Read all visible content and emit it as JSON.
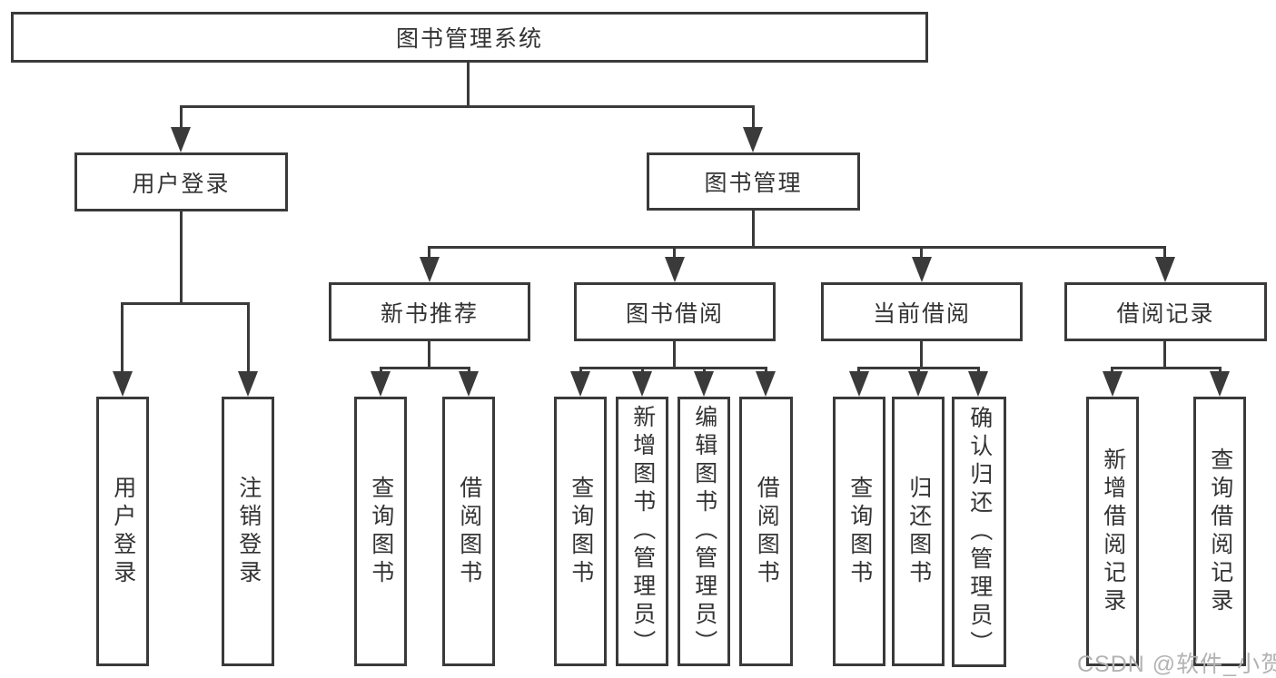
{
  "diagram": {
    "type": "tree",
    "root": {
      "label": "图书管理系统",
      "children": [
        {
          "label": "用户登录",
          "children": [
            {
              "label": "用户登录"
            },
            {
              "label": "注销登录"
            }
          ]
        },
        {
          "label": "图书管理",
          "children": [
            {
              "label": "新书推荐",
              "children": [
                {
                  "label": "查询图书"
                },
                {
                  "label": "借阅图书"
                }
              ]
            },
            {
              "label": "图书借阅",
              "children": [
                {
                  "label": "查询图书"
                },
                {
                  "label": "新增图书（管理员）"
                },
                {
                  "label": "编辑图书（管理员）"
                },
                {
                  "label": "借阅图书"
                }
              ]
            },
            {
              "label": "当前借阅",
              "children": [
                {
                  "label": "查询图书"
                },
                {
                  "label": "归还图书"
                },
                {
                  "label": "确认归还（管理员）"
                }
              ]
            },
            {
              "label": "借阅记录",
              "children": [
                {
                  "label": "新增借阅记录"
                },
                {
                  "label": "查询借阅记录"
                }
              ]
            }
          ]
        }
      ]
    },
    "watermark": "CSDN @软件_小贺同学",
    "colors": {
      "line": "#3a3a3a",
      "text": "#333333",
      "watermark": "#b3b3b3",
      "background": "#ffffff"
    }
  }
}
